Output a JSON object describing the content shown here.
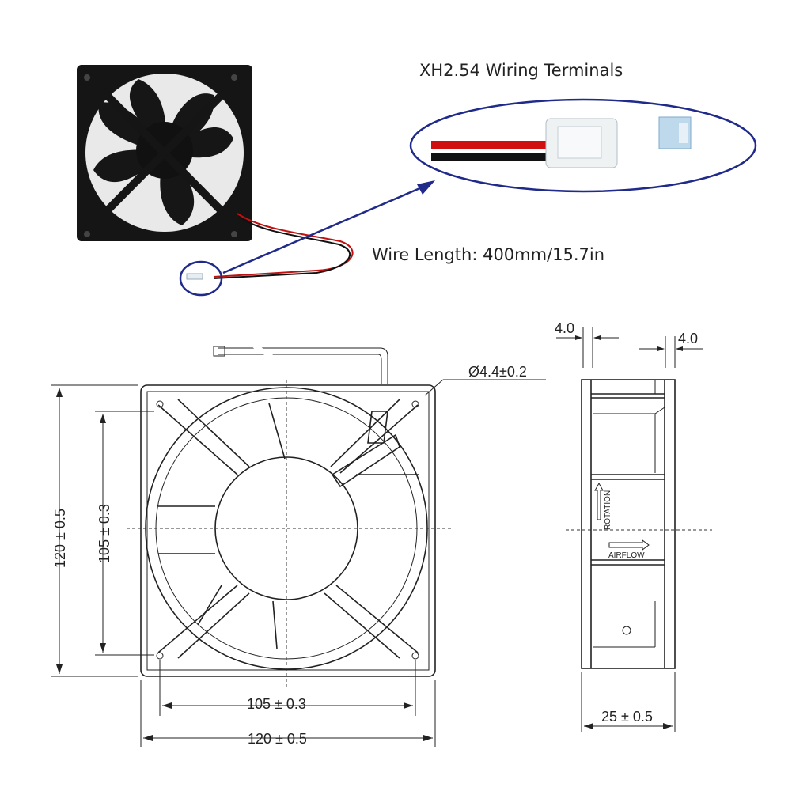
{
  "photo": {
    "terminal_title": "XH2.54 Wiring Terminals",
    "wire_length": "Wire Length: 400mm/15.7in",
    "colors": {
      "callout": "#1f2a8a",
      "wire_red": "#d01010",
      "wire_black": "#111111",
      "connector": "#e8eef0",
      "fan_body": "#111111"
    }
  },
  "drawing": {
    "hole_dia": "Ø4.4±0.2",
    "frame_left": "4.0",
    "frame_right": "4.0",
    "height_outer": "120 ± 0.5",
    "height_inner": "105 ± 0.3",
    "width_inner": "105 ± 0.3",
    "width_outer": "120 ± 0.5",
    "depth": "25 ± 0.5",
    "rotation_label": "ROTATION",
    "airflow_label": "AIRFLOW"
  }
}
